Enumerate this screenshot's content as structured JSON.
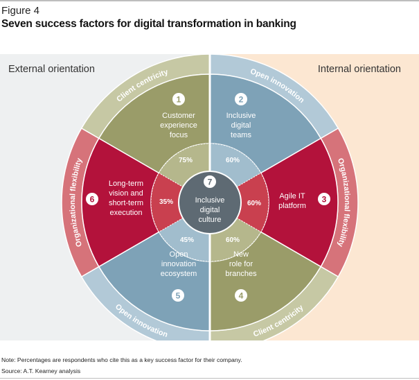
{
  "figure_label": "Figure 4",
  "title": "Seven success factors for digital transformation in banking",
  "orientations": {
    "left": "External orientation",
    "right": "Internal orientation"
  },
  "colors": {
    "bg_left": "#eef0f1",
    "bg_right": "#fce7d2",
    "olive": "#9a9c69",
    "olive_ring": "#c6c8a4",
    "olive_inner": "#b5b78c",
    "blue": "#7ea2b7",
    "blue_ring": "#b2c9d7",
    "blue_inner": "#a1bdcd",
    "red": "#b3123b",
    "red_ring": "#d6737a",
    "red_inner": "#c9404f",
    "center": "#5e6a73"
  },
  "factors": [
    {
      "number": "1",
      "label": [
        "Customer",
        "experience",
        "focus"
      ],
      "percent": "75%",
      "ring_label": "Client centricity",
      "color": "olive"
    },
    {
      "number": "2",
      "label": [
        "Inclusive",
        "digital",
        "teams"
      ],
      "percent": "60%",
      "ring_label": "Open innovation",
      "color": "blue"
    },
    {
      "number": "3",
      "label": [
        "Agile IT",
        "platform"
      ],
      "percent": "60%",
      "ring_label": "Organizational flexibility",
      "color": "red"
    },
    {
      "number": "4",
      "label": [
        "New",
        "role for",
        "branches"
      ],
      "percent": "60%",
      "ring_label": "Client centricity",
      "color": "olive"
    },
    {
      "number": "5",
      "label": [
        "Open",
        "innovation",
        "ecosystem"
      ],
      "percent": "45%",
      "ring_label": "Open innovation",
      "color": "blue"
    },
    {
      "number": "6",
      "label": [
        "Long-term",
        "vision and",
        "short-term",
        "execution"
      ],
      "percent": "35%",
      "ring_label": "Organizational flexibility",
      "color": "red"
    }
  ],
  "center": {
    "number": "7",
    "label": [
      "Inclusive",
      "digital",
      "culture"
    ]
  },
  "note": "Note: Percentages are respondents who cite this as a key success factor for their company.",
  "source": "Source: A.T. Kearney analysis"
}
